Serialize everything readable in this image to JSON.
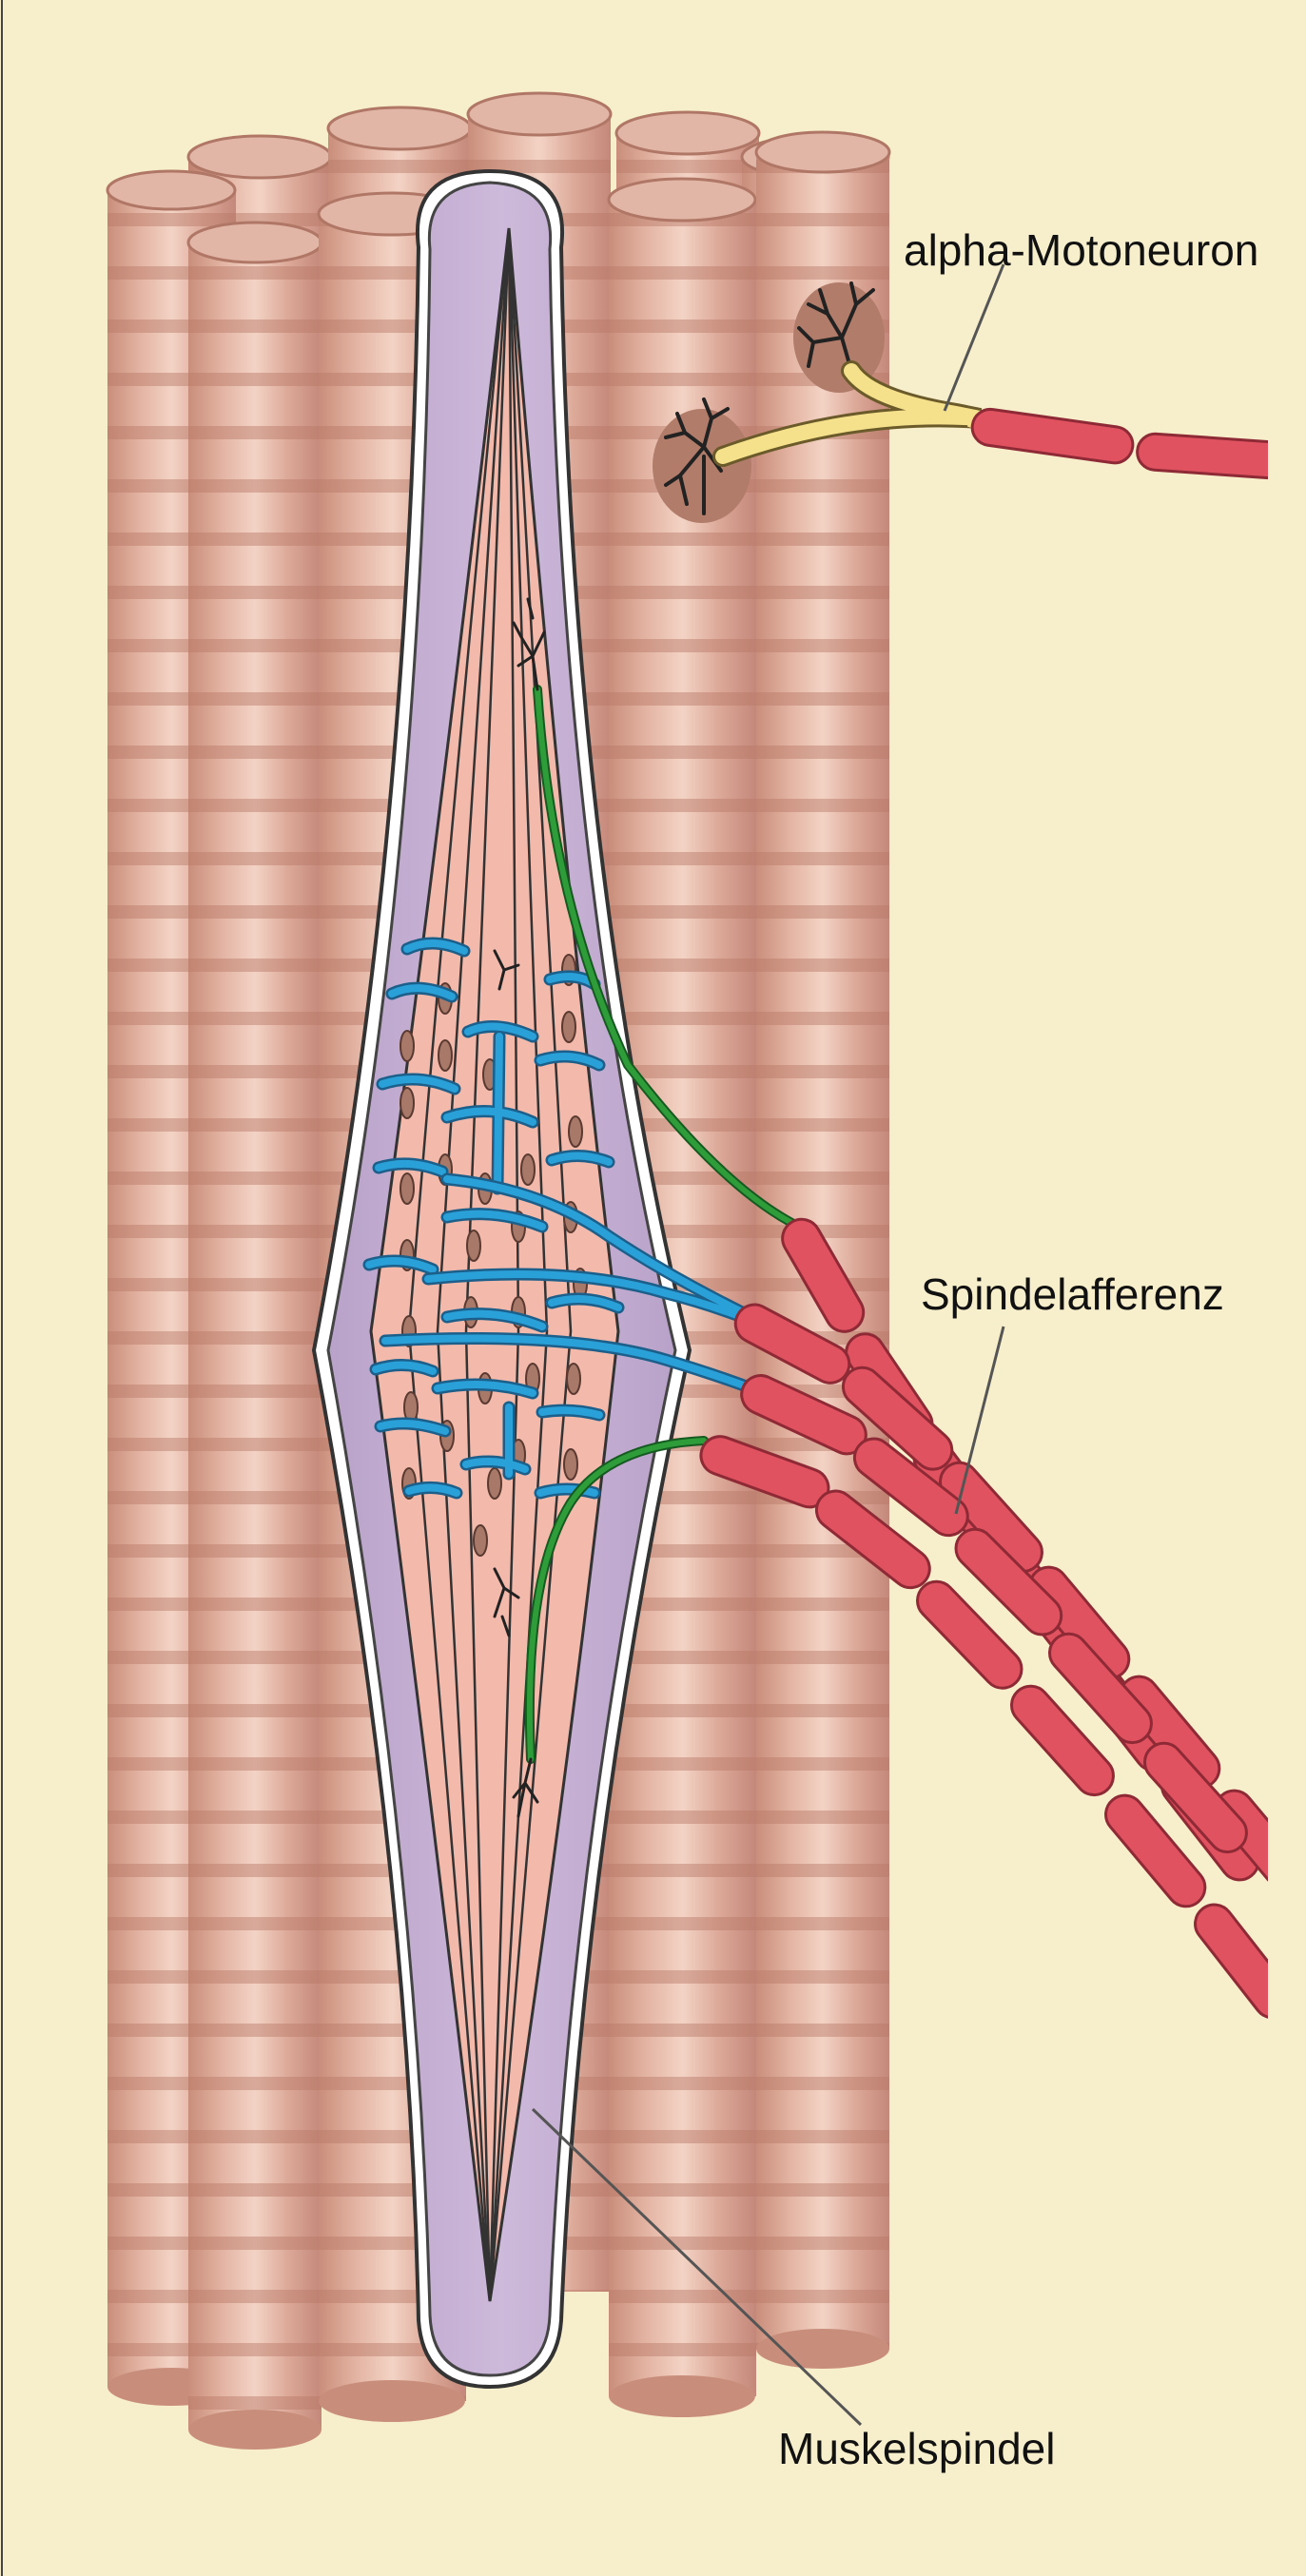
{
  "labels": {
    "alpha_motoneuron": "alpha-Motoneuron",
    "spindle_afferent": "Spindelafferenz",
    "muscle_spindle": "Muskelspindel"
  },
  "colors": {
    "background": "#f7eecb",
    "muscle_fiber": "#d7a08d",
    "spindle_capsule": "#c6b0d4",
    "intrafusal_fiber": "#f3b9ab",
    "afferent_sensory_ending": "#2aa0d8",
    "gamma_efferent": "#2f9c3a",
    "nerve_fiber": "#e0525f",
    "alpha_axon": "#f5e08c"
  }
}
